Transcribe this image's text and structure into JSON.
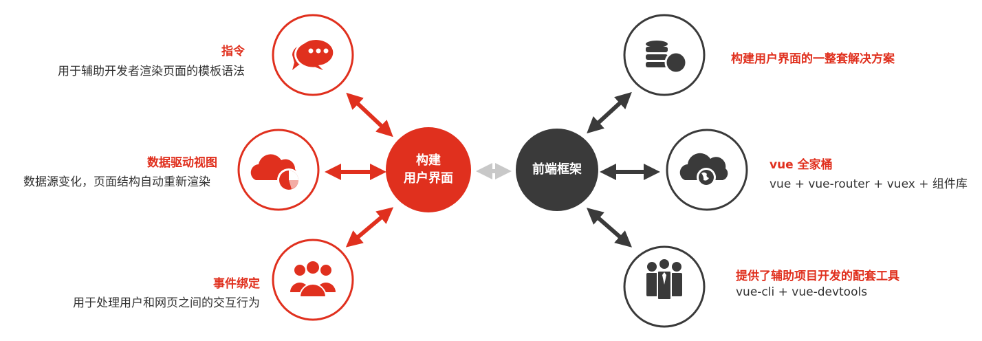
{
  "center": {
    "left_hub": {
      "line1": "构建",
      "line2": "用户界面",
      "color": "#e0301e"
    },
    "right_hub": {
      "label": "前端框架",
      "color": "#3a3a3a"
    }
  },
  "left_items": [
    {
      "title": "指令",
      "desc": "用于辅助开发者渲染页面的模板语法",
      "icon": "chat-bubbles-icon"
    },
    {
      "title": "数据驱动视图",
      "desc": "数据源变化，页面结构自动重新渲染",
      "icon": "cloud-chart-icon"
    },
    {
      "title": "事件绑定",
      "desc": "用于处理用户和网页之间的交互行为",
      "icon": "people-group-icon"
    }
  ],
  "right_items": [
    {
      "title": "构建用户界面的一整套解决方案",
      "desc": "",
      "icon": "database-stack-icon"
    },
    {
      "title": "vue 全家桶",
      "desc": "vue + vue-router + vuex + 组件库",
      "icon": "cloud-globe-icon"
    },
    {
      "title": "提供了辅助项目开发的配套工具",
      "desc": "vue-cli + vue-devtools",
      "icon": "business-team-icon"
    }
  ],
  "colors": {
    "accent": "#e0301e",
    "dark": "#3a3a3a",
    "connector_gray": "#c8c8c8"
  }
}
